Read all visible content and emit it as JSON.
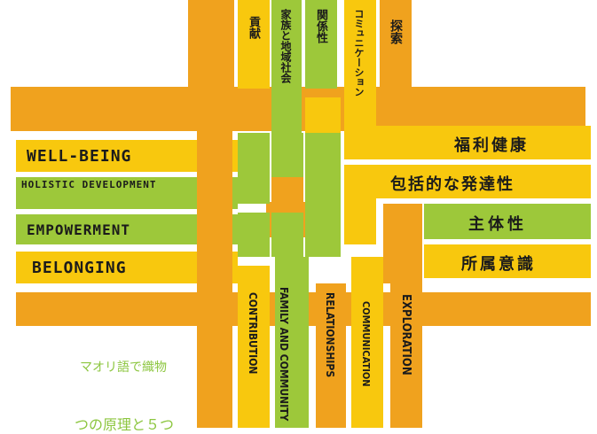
{
  "strands": {
    "vertical_top_ja": [
      "貢献",
      "家族と地域社会",
      "関係性",
      "コミュニケーション",
      "探索"
    ],
    "vertical_bottom_en": [
      "CONTRIBUTION",
      "FAMILY AND COMMUNITY",
      "RELATIONSHIPS",
      "COMMUNICATION",
      "EXPLORATION"
    ],
    "horizontal_left_en": [
      "WELL-BEING",
      "HOLISTIC DEVELOPMENT",
      "EMPOWERMENT",
      "BELONGING"
    ],
    "horizontal_right_ja": [
      "福利健康",
      "包括的な発達性",
      "主体性",
      "所属意識"
    ]
  },
  "captions": {
    "line1": "マオリ語で織物",
    "line2": "つの原理と５つ"
  },
  "colors": {
    "orange": "#f0a21e",
    "yellow": "#f8c80e",
    "green": "#9dc83a",
    "caption": "#8cc63f"
  }
}
